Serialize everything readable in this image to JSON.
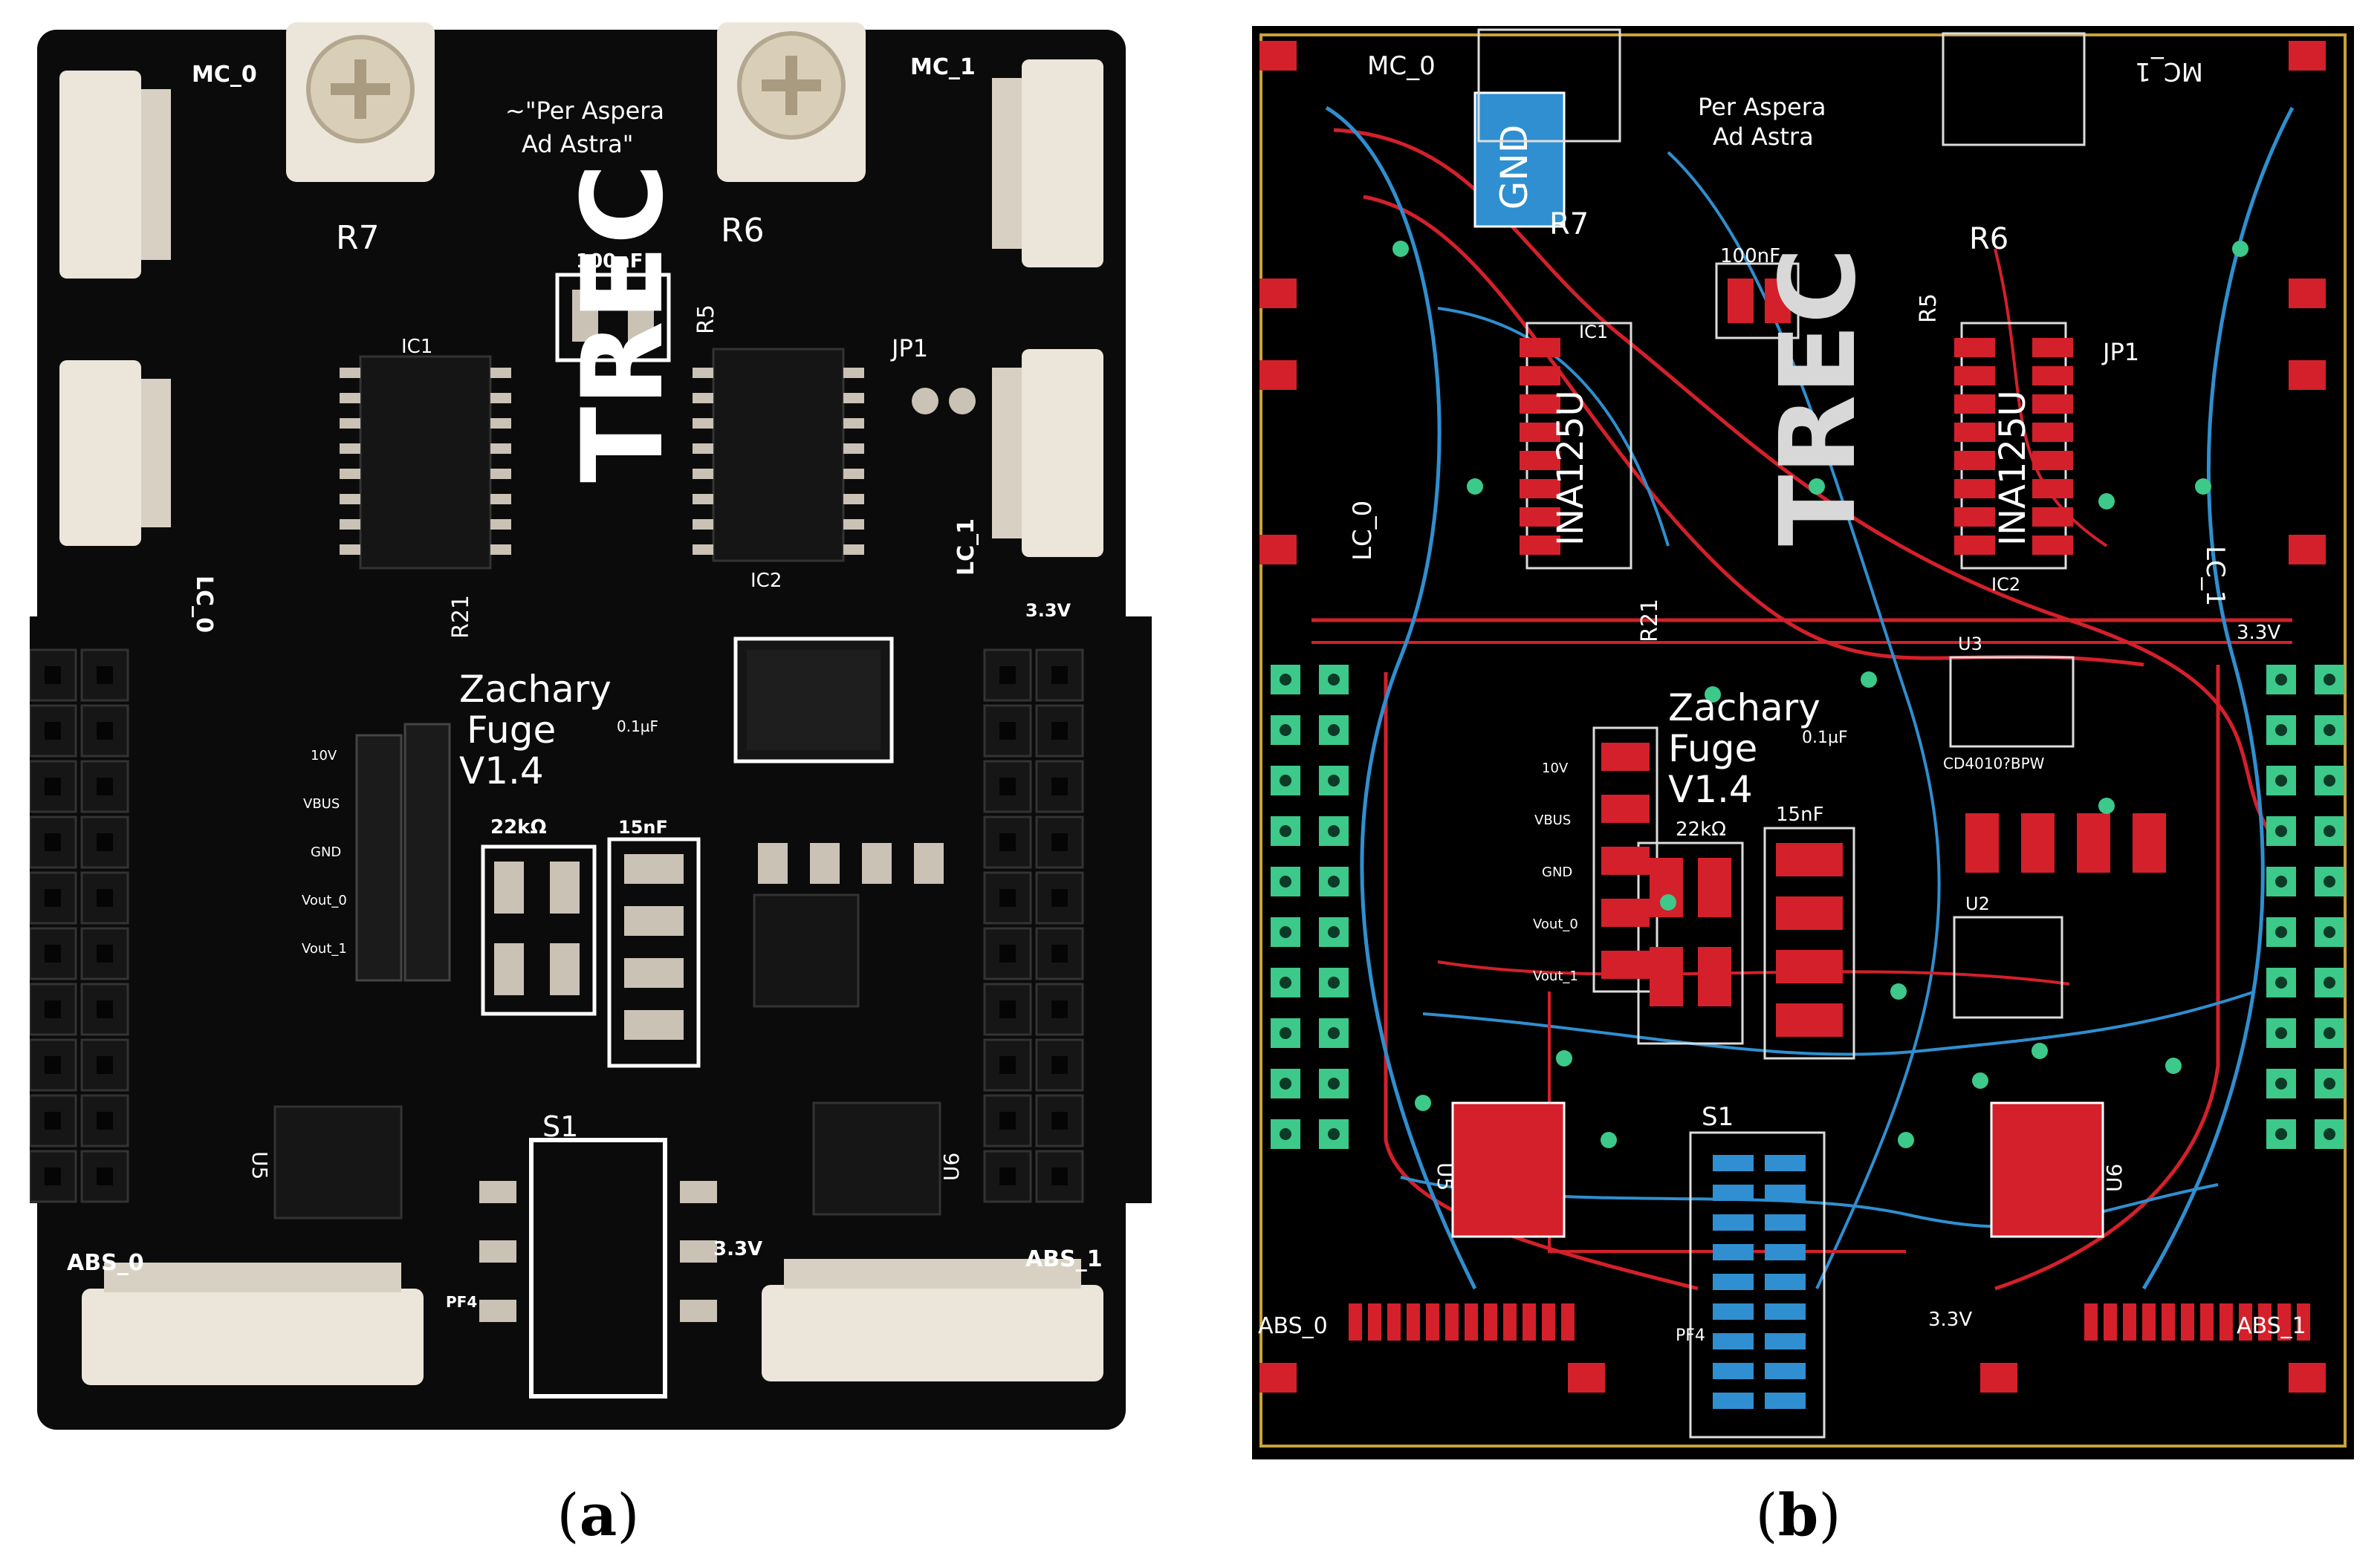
{
  "captions": {
    "a": "(a)",
    "a_letter": "a",
    "b": "(b)",
    "b_letter": "b"
  },
  "board": {
    "motto_line1": "~\"Per Aspera",
    "motto_line2": "Ad Astra\"",
    "layout_motto_line1": "Per Aspera",
    "layout_motto_line2": "Ad Astra",
    "logo": "TREC",
    "author_line1": "Zachary",
    "author_line2": "Fuge",
    "version": "V1.4",
    "connectors": {
      "mc0": "MC_0",
      "mc1": "MC_1",
      "lc0": "LC_0",
      "lc1": "LC_1",
      "abs0": "ABS_0",
      "abs1": "ABS_1"
    },
    "components": {
      "r7": "R7",
      "r6": "R6",
      "r5": "R5",
      "r21": "R21",
      "ic1": "IC1",
      "ic2": "IC2",
      "jp1": "JP1",
      "s1": "S1",
      "u2": "U2",
      "u3": "U3",
      "u5": "U5",
      "u6": "U6",
      "cap_100nf": "100nF",
      "cap_01uf": "0.1µF",
      "cap_15nf": "15nF",
      "res_22k": "22kΩ",
      "voltage_3v3": "3.3V",
      "pf4": "PF4",
      "ina_part": "INA125U",
      "cd_part": "CD4010?BPW",
      "gnd": "GND"
    },
    "header_pins": [
      "10V",
      "VBUS",
      "GND",
      "Vout_0",
      "Vout_1"
    ]
  },
  "colors": {
    "pcb": "#0b0b0b",
    "silk": "#ffffff",
    "connector": "#ece6da",
    "pad": "#c9c2b5",
    "top_copper": "#d4202a",
    "bottom_copper": "#2f8fd0",
    "via": "#3cc98a",
    "layout_bg": "#000000",
    "outline": "#c9a23a"
  }
}
